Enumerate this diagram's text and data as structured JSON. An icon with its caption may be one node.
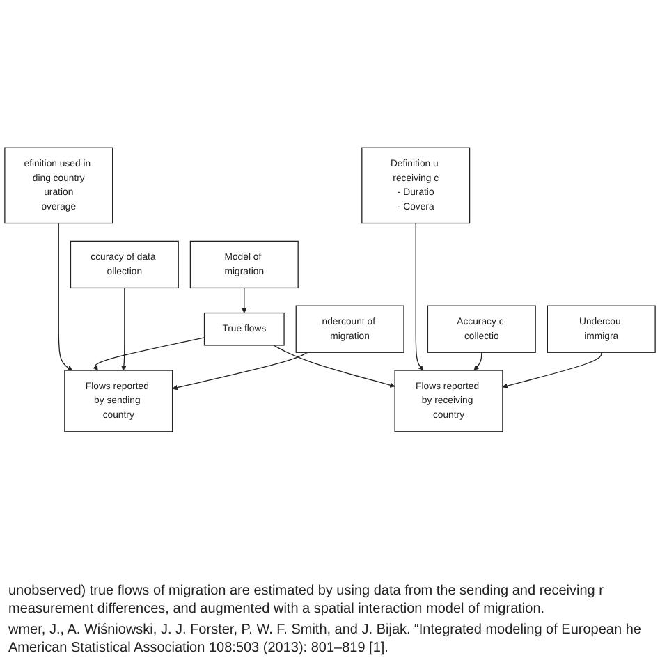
{
  "diagram": {
    "caption": "unobserved) true flows of migration are estimated by using data from the sending and receiving r measurement differences, and augmented with a spatial interaction model of migration.",
    "nodes": [
      {
        "text": [
          "Model of migration"
        ]
      },
      {
        "text": [
          "efinition used in ding country",
          "uration",
          "overage"
        ]
      },
      {
        "text": [
          "Definition u receiving c",
          "- Duratio",
          "- Covera"
        ]
      },
      {
        "text": [
          "True flows"
        ]
      },
      {
        "text": [
          "ccuracy of data ollection"
        ]
      },
      {
        "text": [
          "Accuracy c collectio"
        ]
      },
      {
        "text": [
          "ndercount of migration"
        ]
      },
      {
        "text": [
          "Flows reported by sending country"
        ]
      },
      {
        "text": [
          "Flows reported by receiving country"
        ]
      },
      {
        "text": [
          "Undercou immigra"
        ]
      }
    ],
    "edges": [
      {
        "from": 0,
        "to": 3,
        "arrow": "to"
      },
      {
        "from": 1,
        "to": 7,
        "arrow": "to"
      },
      {
        "from": 3,
        "to": 7,
        "arrow": "to"
      },
      {
        "from": 3,
        "to": 8,
        "arrow": "to"
      },
      {
        "from": 2,
        "to": 8,
        "arrow": "to"
      },
      {
        "from": 4,
        "to": 7,
        "arrow": "to"
      },
      {
        "from": 5,
        "to": 8,
        "arrow": "to"
      },
      {
        "from": 6,
        "to": 7,
        "arrow": "to"
      },
      {
        "from": 9,
        "to": 8,
        "arrow": "to"
      }
    ],
    "labels": [
      "wmer, J., A. Wiśniowski, J. J. Forster, P. W. F. Smith, and J. Bijak. “Integrated modeling of European he American Statistical Association 108:503 (2013): 801–819 [1]."
    ]
  }
}
